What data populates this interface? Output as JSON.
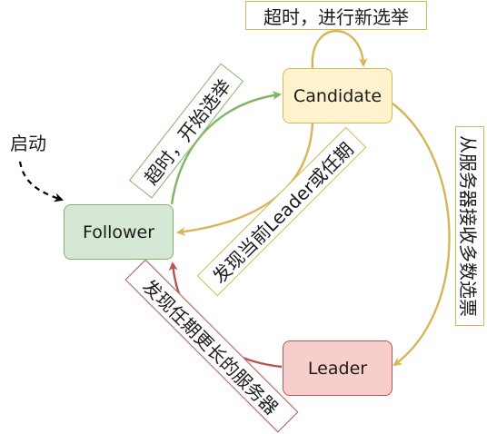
{
  "nodes": {
    "candidate": "Candidate",
    "follower": "Follower",
    "leader": "Leader"
  },
  "labels": {
    "start": "启动",
    "timeout_reelect": "超时，进行新选举",
    "timeout_start_election": "超时，开始选举",
    "found_current_leader_or_term": "发现当前Leader或任期",
    "receive_majority_votes": "从服务器接收多数选票",
    "found_higher_term_server": "发现任期更长的服务器"
  },
  "colors": {
    "candidate_fill": "#fff2cc",
    "candidate_border": "#d6b656",
    "follower_fill": "#d5e8d4",
    "follower_border": "#82b366",
    "leader_fill": "#f8cecc",
    "leader_border": "#b85450",
    "arrow_yellow": "#d6b656",
    "arrow_green": "#82b366",
    "arrow_red": "#b85450",
    "arrow_dashed": "#000000"
  }
}
